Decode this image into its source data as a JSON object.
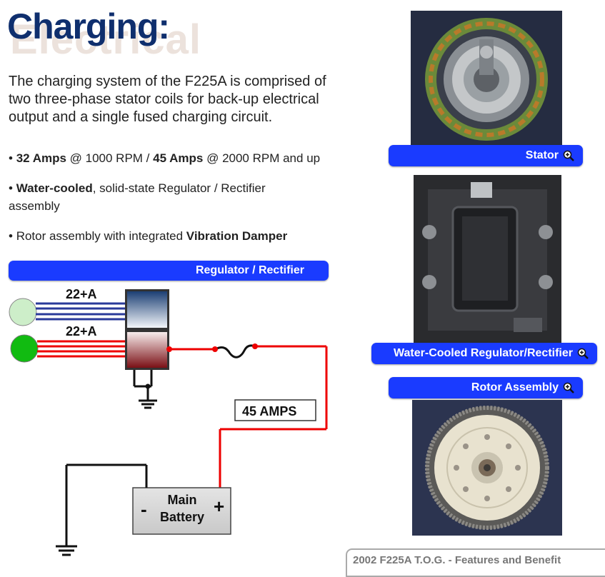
{
  "slide": {
    "watermark": "Electrical",
    "title": "Charging:",
    "intro": "The charging system of the F225A is comprised of two three-phase stator coils for back-up electrical output and a single fused charging circuit.",
    "bullets": [
      {
        "bold1": "32 Amps",
        "text1": " @ 1000 RPM / ",
        "bold2": "45 Amps",
        "text2": " @ 2000 RPM and up"
      },
      {
        "bold1": "Water-cooled",
        "text1": ", solid-state Regulator / Rectifier assembly"
      },
      {
        "text0": "Rotor assembly with integrated ",
        "bold1": "Vibration Damper"
      }
    ],
    "bullet_marker": "•"
  },
  "diagram": {
    "banner_label": "Regulator / Rectifier",
    "coil_top_label": "22+A",
    "coil_bottom_label": "22+A",
    "output_label": "45 AMPS",
    "battery_line1": "Main",
    "battery_line2": "Battery",
    "battery_minus": "-",
    "battery_plus": "+"
  },
  "photos": {
    "stator_label": "Stator",
    "regulator_label": "Water-Cooled Regulator/Rectifier",
    "rotor_label": "Rotor Assembly",
    "icon": "magnifier-zoom-icon"
  },
  "footer": {
    "text": "2002 F225A T.O.G. - Features and Benefit"
  },
  "colors": {
    "title": "#0f2f6e",
    "banner": "#1a3bff",
    "wire_red": "#ee0000",
    "wire_blue": "#2a3a9a"
  }
}
